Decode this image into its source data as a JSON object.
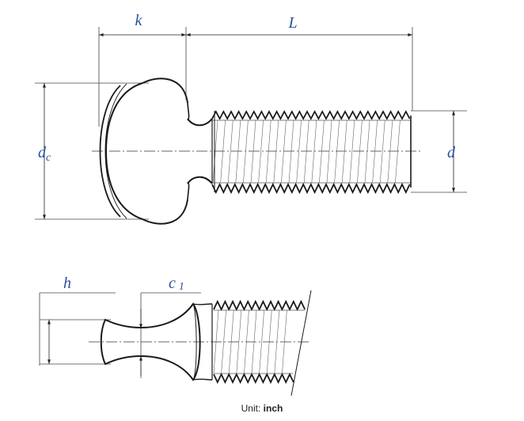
{
  "labels": {
    "k": "k",
    "L": "L",
    "dc_main": "d",
    "dc_sub": "c",
    "d": "d",
    "h": "h",
    "c1_main": "c",
    "c1_sub": "1"
  },
  "caption": {
    "prefix": "Unit:",
    "value": "inch"
  },
  "colors": {
    "label": "#2c4f9e",
    "line": "#1a1a1a",
    "thin": "#444444"
  }
}
